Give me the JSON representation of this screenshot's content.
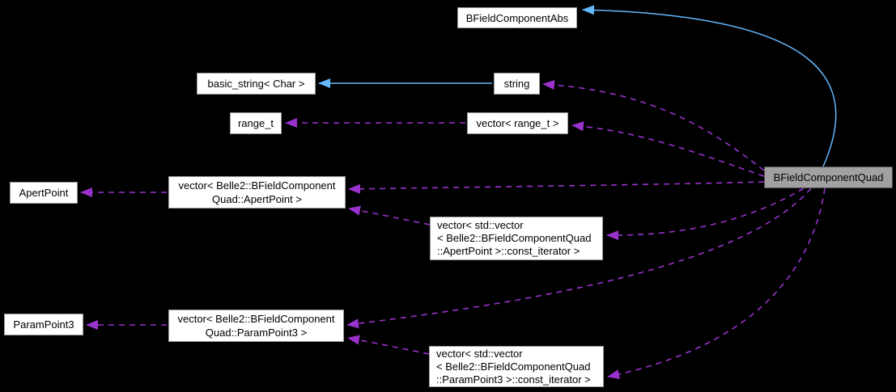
{
  "diagram": {
    "type": "doxygen-collaboration-graph",
    "colors": {
      "background": "#000000",
      "inheritance_edge": "#63B8FF",
      "usage_edge": "#9A32CD",
      "node_fill": "#FFFFFF",
      "node_border": "#9A9A9A",
      "node_text": "#000000",
      "current_node_fill": "#A1A1A1",
      "current_node_border": "#4D4D4D"
    },
    "nodes": {
      "abs": {
        "label": "BFieldComponentAbs"
      },
      "basic_string": {
        "label": "basic_string< Char >"
      },
      "string": {
        "label": "string"
      },
      "range_t": {
        "label": "range_t"
      },
      "vector_range_t": {
        "label": "vector< range_t >"
      },
      "apert_point": {
        "label": "ApertPoint"
      },
      "vector_apert": {
        "line1": "vector< Belle2::BFieldComponent",
        "line2": "Quad::ApertPoint >"
      },
      "iter_apert": {
        "line1": "vector< std::vector",
        "line2": "< Belle2::BFieldComponentQuad",
        "line3": "::ApertPoint >::const_iterator >"
      },
      "param_point3": {
        "label": "ParamPoint3"
      },
      "vector_param": {
        "line1": "vector< Belle2::BFieldComponent",
        "line2": "Quad::ParamPoint3 >"
      },
      "iter_param": {
        "line1": "vector< std::vector",
        "line2": "< Belle2::BFieldComponentQuad",
        "line3": "::ParamPoint3 >::const_iterator >"
      },
      "main": {
        "label": "BFieldComponentQuad"
      }
    },
    "edges": [
      {
        "from": "string",
        "to": "basic_string< Char >",
        "type": "inheritance",
        "style": "solid"
      },
      {
        "from": "BFieldComponentQuad",
        "to": "BFieldComponentAbs",
        "type": "inheritance",
        "style": "solid"
      },
      {
        "from": "vector< range_t >",
        "to": "range_t",
        "type": "usage",
        "style": "dashed"
      },
      {
        "from": "vector< Belle2::BFieldComponentQuad::ApertPoint >",
        "to": "ApertPoint",
        "type": "usage",
        "style": "dashed"
      },
      {
        "from": "vector< std::vector< Belle2::BFieldComponentQuad::ApertPoint >::const_iterator >",
        "to": "vector< Belle2::BFieldComponentQuad::ApertPoint >",
        "type": "usage",
        "style": "dashed"
      },
      {
        "from": "vector< Belle2::BFieldComponentQuad::ParamPoint3 >",
        "to": "ParamPoint3",
        "type": "usage",
        "style": "dashed"
      },
      {
        "from": "vector< std::vector< Belle2::BFieldComponentQuad::ParamPoint3 >::const_iterator >",
        "to": "vector< Belle2::BFieldComponentQuad::ParamPoint3 >",
        "type": "usage",
        "style": "dashed"
      },
      {
        "from": "BFieldComponentQuad",
        "to": "string",
        "type": "usage",
        "style": "dashed"
      },
      {
        "from": "BFieldComponentQuad",
        "to": "vector< range_t >",
        "type": "usage",
        "style": "dashed"
      },
      {
        "from": "BFieldComponentQuad",
        "to": "vector< Belle2::BFieldComponentQuad::ApertPoint >",
        "type": "usage",
        "style": "dashed"
      },
      {
        "from": "BFieldComponentQuad",
        "to": "vector< std::vector< Belle2::BFieldComponentQuad::ApertPoint >::const_iterator >",
        "type": "usage",
        "style": "dashed"
      },
      {
        "from": "BFieldComponentQuad",
        "to": "vector< Belle2::BFieldComponentQuad::ParamPoint3 >",
        "type": "usage",
        "style": "dashed"
      },
      {
        "from": "BFieldComponentQuad",
        "to": "vector< std::vector< Belle2::BFieldComponentQuad::ParamPoint3 >::const_iterator >",
        "type": "usage",
        "style": "dashed"
      }
    ]
  }
}
